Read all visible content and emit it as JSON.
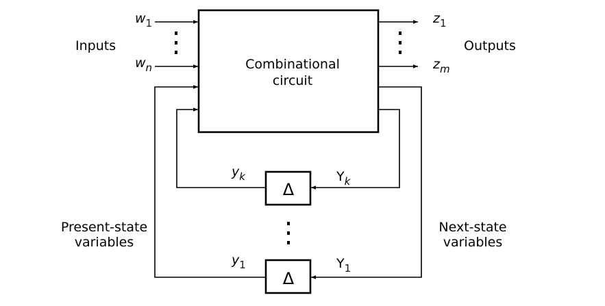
{
  "labels": {
    "inputs": "Inputs",
    "outputs": "Outputs",
    "circuit_line1": "Combinational",
    "circuit_line2": "circuit",
    "present_state_line1": "Present-state",
    "present_state_line2": "variables",
    "next_state_line1": "Next-state",
    "next_state_line2": "variables"
  },
  "signals": {
    "input_first": {
      "base": "w",
      "sub": "1"
    },
    "input_last": {
      "base": "w",
      "sub": "n"
    },
    "output_first": {
      "base": "z",
      "sub": "1"
    },
    "output_last": {
      "base": "z",
      "sub": "m"
    },
    "present_k": {
      "base": "y",
      "sub": "k"
    },
    "present_1": {
      "base": "y",
      "sub": "1"
    },
    "next_k": {
      "base": "Y",
      "sub": "k"
    },
    "next_1": {
      "base": "Y",
      "sub": "1"
    }
  },
  "delay_symbol": "Δ"
}
